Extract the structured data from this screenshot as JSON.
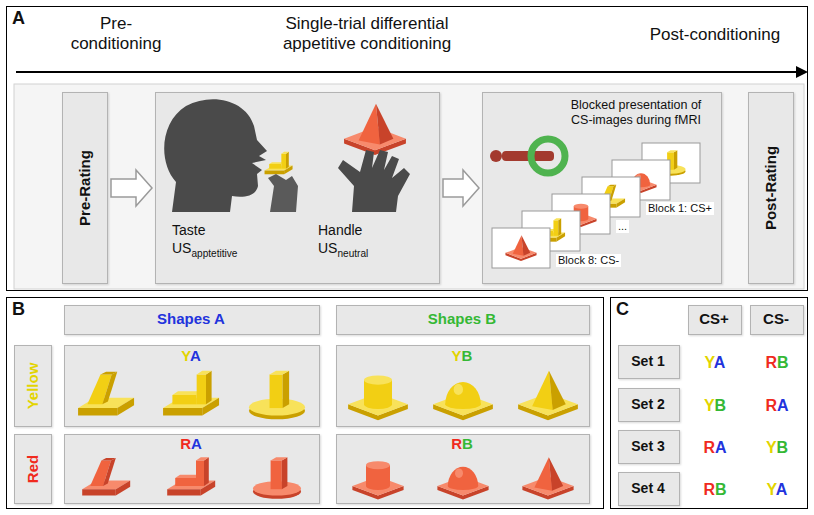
{
  "diagram": {
    "nodes": [
      {
        "text": [
          "A"
        ]
      },
      {
        "text": [
          "Pre-Rating"
        ],
        "in": 0
      },
      {
        "text": [
          "Taste",
          "US",
          "apptetitive",
          "Handle",
          "US",
          "neutral"
        ],
        "in": 0
      },
      {
        "text": [
          "Blocked presentation of CS-images during fMRI",
          "Block 1: CS+",
          "...",
          "Block 8: CS-"
        ],
        "in": 0
      },
      {
        "text": [
          "Post-Rating"
        ],
        "in": 0
      },
      {
        "text": [
          "B"
        ]
      },
      {
        "text": [
          "Shapes A"
        ],
        "in": 5
      },
      {
        "text": [
          "Shapes B"
        ],
        "in": 5
      },
      {
        "text": [
          "Yellow"
        ],
        "in": 5
      },
      {
        "text": [
          "Y",
          "A"
        ],
        "in": 5
      },
      {
        "text": [
          "Y",
          "B"
        ],
        "in": 5
      },
      {
        "text": [
          "Red"
        ],
        "in": 5
      },
      {
        "text": [
          "R",
          "A"
        ],
        "in": 5
      },
      {
        "text": [
          "R",
          "B"
        ],
        "in": 5
      },
      {
        "text": [
          "C"
        ]
      },
      {
        "text": [
          "CS+"
        ],
        "in": 14
      },
      {
        "text": [
          "CS-"
        ],
        "in": 14
      },
      {
        "text": [
          "Set 1"
        ],
        "in": 14
      },
      {
        "text": [
          "Set 2"
        ],
        "in": 14
      },
      {
        "text": [
          "Set 3"
        ],
        "in": 14
      },
      {
        "text": [
          "Set 4"
        ],
        "in": 14
      }
    ],
    "edges": [
      {
        "from": 1,
        "to": 2,
        "arrow": "to"
      },
      {
        "from": 2,
        "to": 3,
        "arrow": "to"
      }
    ],
    "labels": [
      "Pre-conditioning",
      "Single-trial differential appetitive conditioning",
      "Post-conditioning",
      "Y",
      "A",
      "R",
      "B",
      "Y",
      "B",
      "R",
      "A",
      "R",
      "A",
      "Y",
      "B",
      "R",
      "B",
      "Y",
      "A"
    ]
  }
}
